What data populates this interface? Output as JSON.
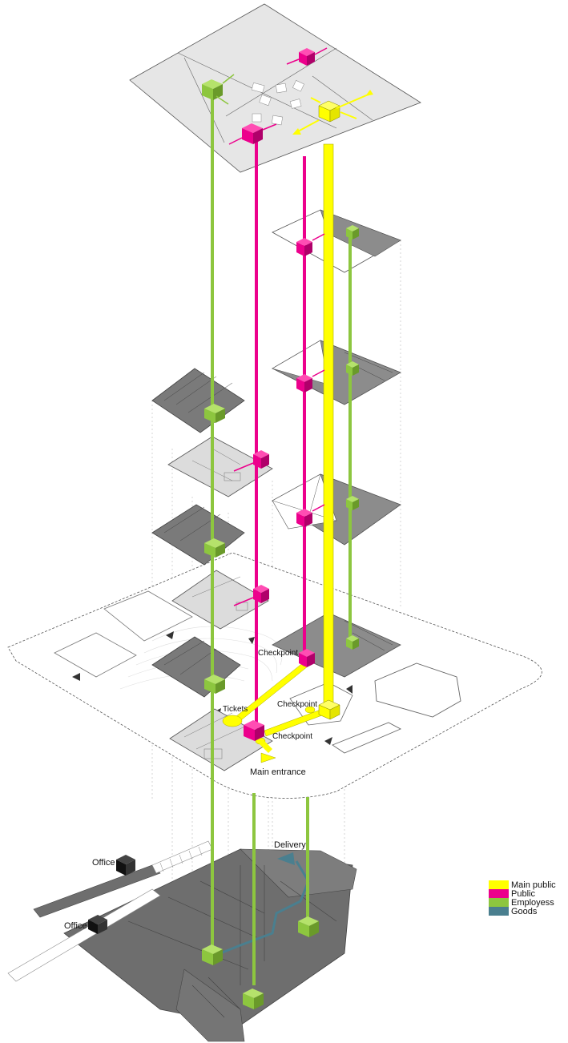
{
  "labels": {
    "checkpoint_upper": "Checkpoint",
    "checkpoint_mid": "Checkpoint",
    "checkpoint_lower": "Checkpoint",
    "tickets": "Tickets",
    "main_entrance": "Main entrance",
    "delivery": "Delivery",
    "office_upper": "Office",
    "office_lower": "Office"
  },
  "legend": [
    {
      "label": "Main public",
      "color": "#ffff00"
    },
    {
      "label": "Public",
      "color": "#ec008c"
    },
    {
      "label": "Employess",
      "color": "#8dc63f"
    },
    {
      "label": "Goods",
      "color": "#4a7f8f"
    }
  ],
  "colors": {
    "main_public": "#ffff00",
    "public": "#ec008c",
    "employees": "#8dc63f",
    "goods": "#4a7f8f",
    "slab_light": "#e6e6e6",
    "slab_mid": "#bdbdbd",
    "slab_dark": "#7a7a7a",
    "basement": "#6e6e6e",
    "office_box": "#222222"
  }
}
